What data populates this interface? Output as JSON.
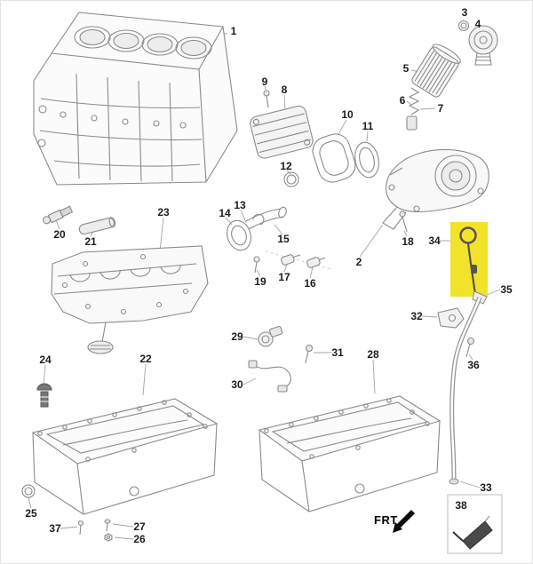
{
  "figure": {
    "background": "#ffffff",
    "line_color": "#8b8b8b",
    "highlight_color": "#f2e229",
    "frt_label": "FRT"
  },
  "callouts": [
    {
      "label": "1"
    },
    {
      "label": "2"
    },
    {
      "label": "3"
    },
    {
      "label": "4"
    },
    {
      "label": "5"
    },
    {
      "label": "6"
    },
    {
      "label": "7"
    },
    {
      "label": "8"
    },
    {
      "label": "9"
    },
    {
      "label": "10"
    },
    {
      "label": "11"
    },
    {
      "label": "12"
    },
    {
      "label": "13"
    },
    {
      "label": "14"
    },
    {
      "label": "15"
    },
    {
      "label": "16"
    },
    {
      "label": "17"
    },
    {
      "label": "18"
    },
    {
      "label": "19"
    },
    {
      "label": "20"
    },
    {
      "label": "21"
    },
    {
      "label": "22"
    },
    {
      "label": "23"
    },
    {
      "label": "24"
    },
    {
      "label": "25"
    },
    {
      "label": "26"
    },
    {
      "label": "27"
    },
    {
      "label": "28"
    },
    {
      "label": "29"
    },
    {
      "label": "30"
    },
    {
      "label": "31"
    },
    {
      "label": "32"
    },
    {
      "label": "33"
    },
    {
      "label": "34"
    },
    {
      "label": "35"
    },
    {
      "label": "36"
    },
    {
      "label": "37"
    },
    {
      "label": "38"
    }
  ]
}
